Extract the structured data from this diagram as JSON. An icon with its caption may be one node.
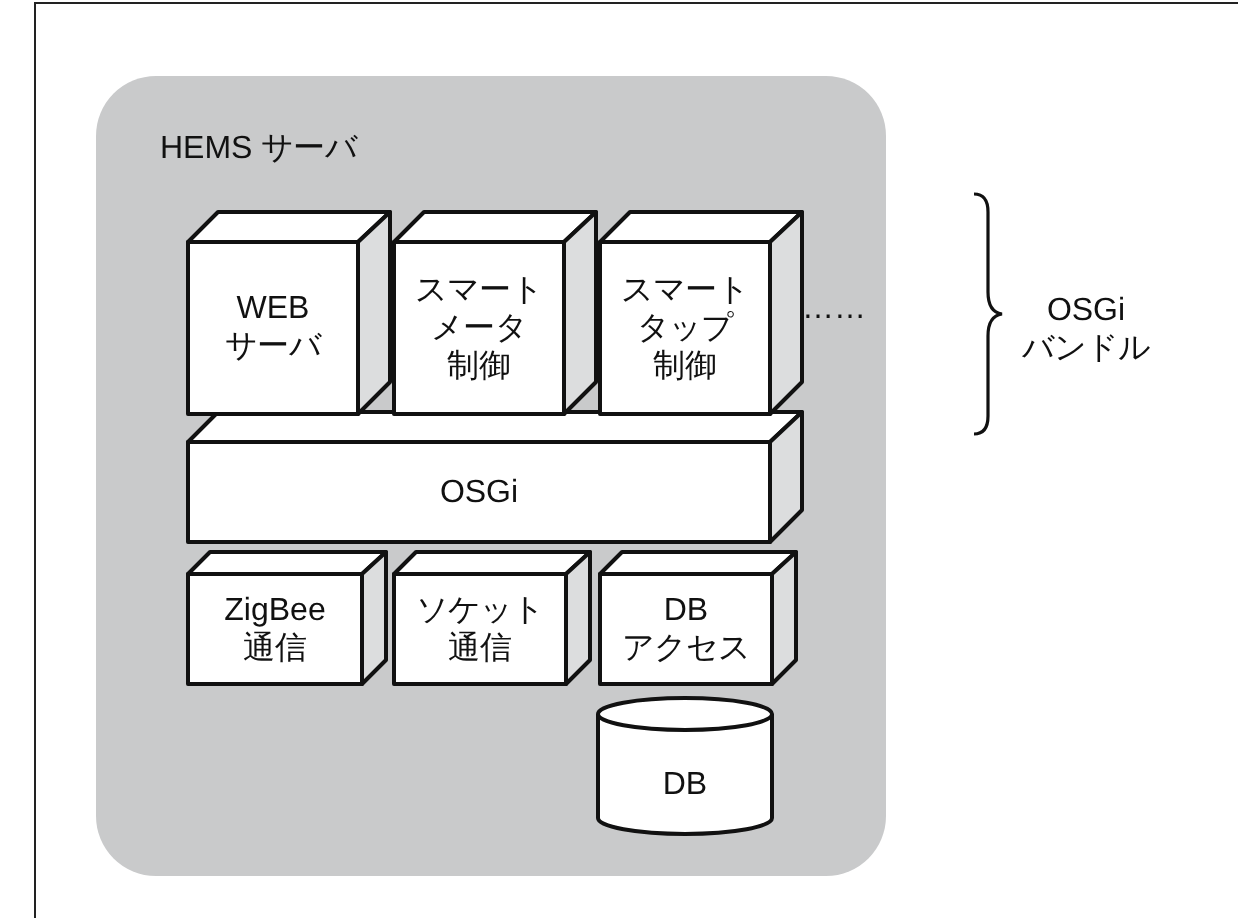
{
  "diagram": {
    "nodes": [
      {
        "text": [
          "HEMS サーバ"
        ]
      },
      {
        "text": [
          "WEBサーバ"
        ],
        "in": 0
      },
      {
        "text": [
          "スマートメータ制御"
        ],
        "in": 0
      },
      {
        "text": [
          "スマートタップ制御"
        ],
        "in": 0
      },
      {
        "text": [
          "OSGi"
        ],
        "in": 0
      },
      {
        "text": [
          "ZigBee通信"
        ],
        "in": 0
      },
      {
        "text": [
          "ソケット通信"
        ],
        "in": 0
      },
      {
        "text": [
          "DBアクセス"
        ],
        "in": 0
      },
      {
        "text": [
          "DB"
        ],
        "in": 0
      }
    ],
    "edges": [],
    "labels": [
      "……",
      "OSGiバンドル"
    ]
  }
}
